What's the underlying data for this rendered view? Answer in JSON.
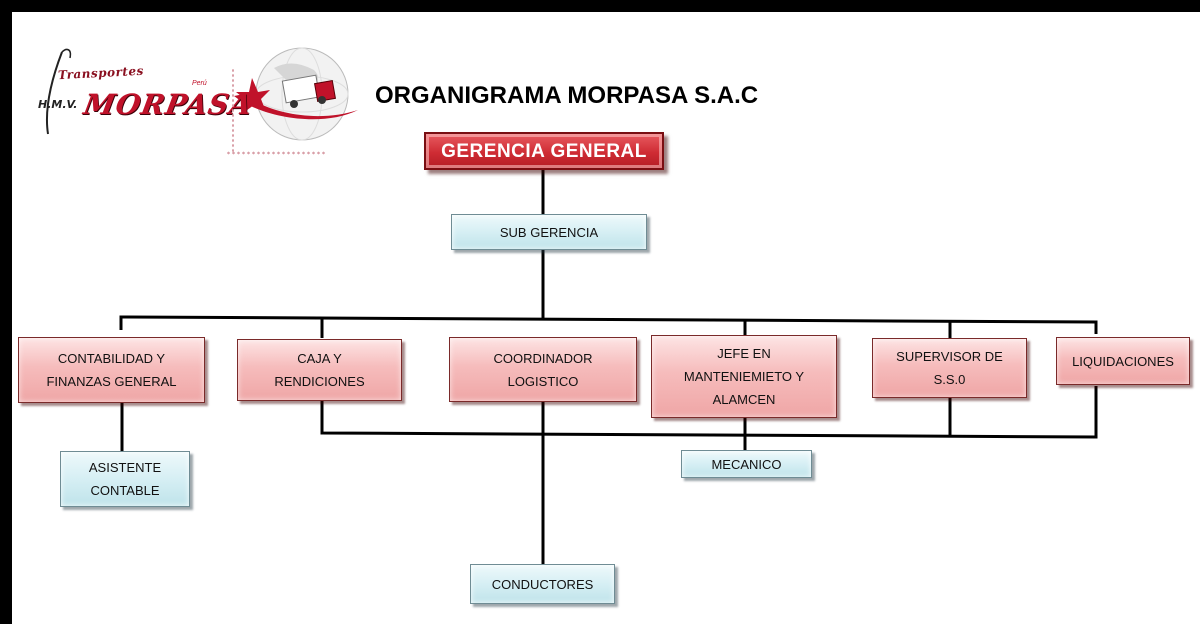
{
  "logo": {
    "script_text": "Transportes",
    "brand": "MORPASA",
    "initials": "H.M.V.",
    "country": "Perú"
  },
  "title": "ORGANIGRAMA MORPASA S.A.C",
  "nodes": {
    "gerencia_general": "GERENCIA GENERAL",
    "sub_gerencia": "SUB GERENCIA",
    "contabilidad": "CONTABILIDAD Y\nFINANZAS GENERAL",
    "caja": "CAJA Y\nRENDICIONES",
    "coordinador": "COORDINADOR\nLOGISTICO",
    "jefe": "JEFE EN\nMANTENIEMIETO Y\nALAMCEN",
    "supervisor": "SUPERVISOR DE\nS.S.0",
    "liquidaciones": "LIQUIDACIONES",
    "asistente": "ASISTENTE\nCONTABLE",
    "mecanico": "MECANICO",
    "conductores": "CONDUCTORES"
  },
  "colors": {
    "top_box": "#cf2c34",
    "department_box": "#f6bcbc",
    "staff_box": "#d6eff4",
    "connector": "#000000"
  }
}
